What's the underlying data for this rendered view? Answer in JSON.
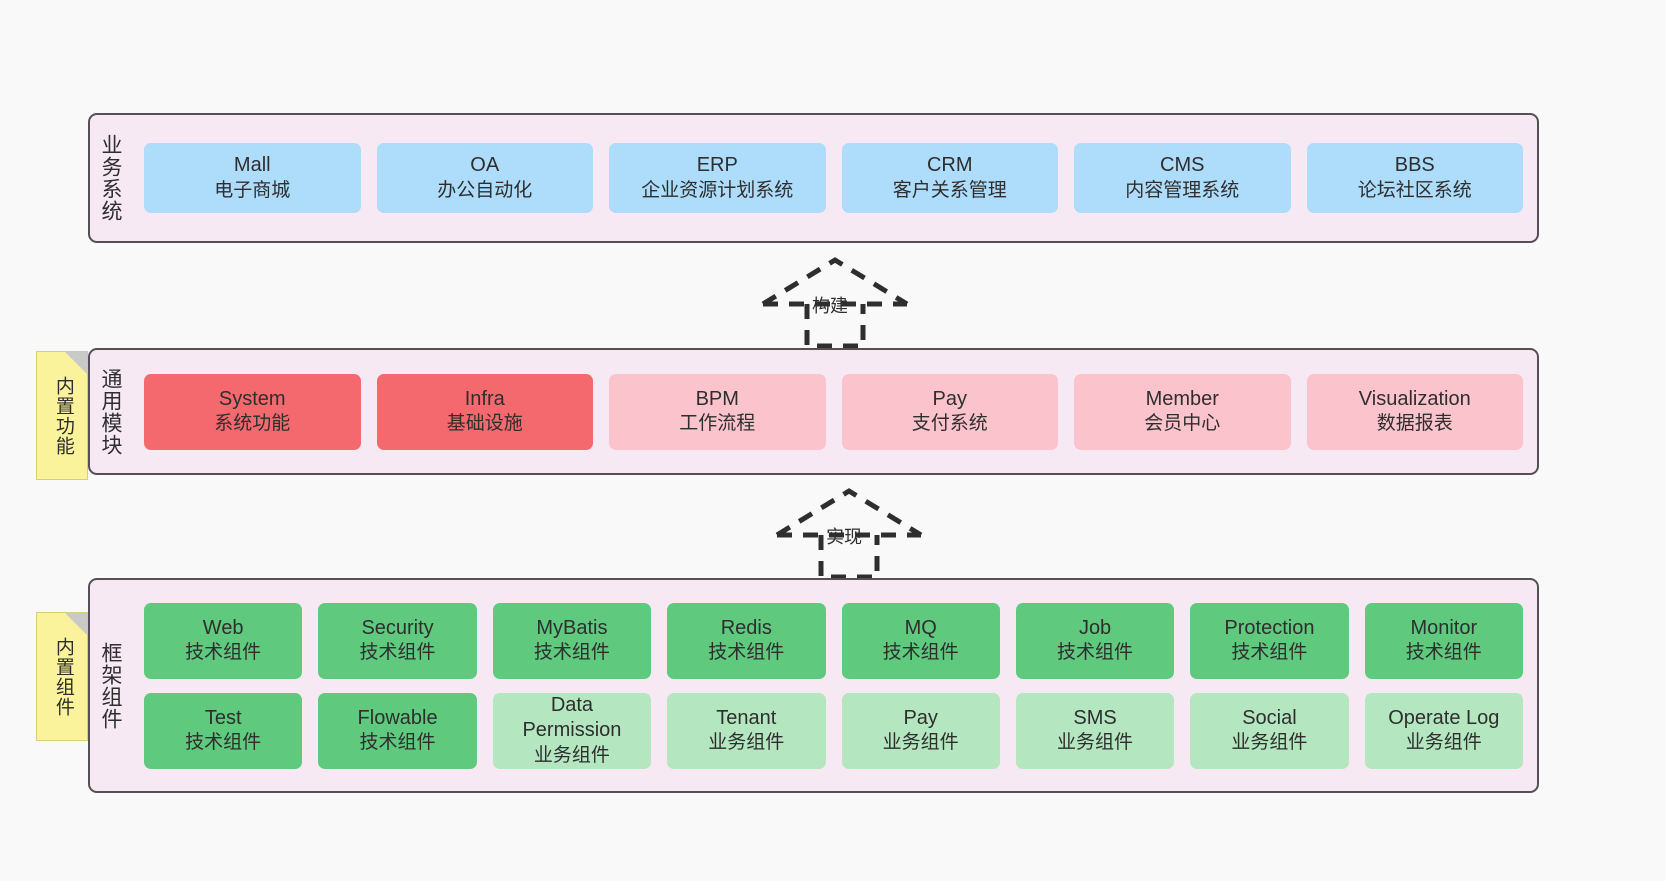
{
  "diagram": {
    "background": "#f9f9f9",
    "panel_bg": "#f7e9f4",
    "panel_border": "#555055",
    "note_bg": "#faf39c",
    "colors": {
      "blue": "#aedcfb",
      "red": "#f4696e",
      "pink": "#fbc4cc",
      "green": "#5fc97e",
      "light_green": "#b4e6c0"
    }
  },
  "notes": [
    {
      "name": "built-in-functions",
      "text": "内置功能"
    },
    {
      "name": "built-in-components",
      "text": "内置组件"
    }
  ],
  "connectors": [
    {
      "name": "build",
      "label": "构建"
    },
    {
      "name": "implement",
      "label": "实现"
    }
  ],
  "layers": [
    {
      "id": "business",
      "title": "业务系统",
      "rows": [
        {
          "cells": [
            {
              "t1": "Mall",
              "t2": "电子商城",
              "color": "blue"
            },
            {
              "t1": "OA",
              "t2": "办公自动化",
              "color": "blue"
            },
            {
              "t1": "ERP",
              "t2": "企业资源计划系统",
              "color": "blue"
            },
            {
              "t1": "CRM",
              "t2": "客户关系管理",
              "color": "blue"
            },
            {
              "t1": "CMS",
              "t2": "内容管理系统",
              "color": "blue"
            },
            {
              "t1": "BBS",
              "t2": "论坛社区系统",
              "color": "blue"
            }
          ]
        }
      ]
    },
    {
      "id": "common",
      "title": "通用模块",
      "rows": [
        {
          "cells": [
            {
              "t1": "System",
              "t2": "系统功能",
              "color": "red"
            },
            {
              "t1": "Infra",
              "t2": "基础设施",
              "color": "red"
            },
            {
              "t1": "BPM",
              "t2": "工作流程",
              "color": "pink"
            },
            {
              "t1": "Pay",
              "t2": "支付系统",
              "color": "pink"
            },
            {
              "t1": "Member",
              "t2": "会员中心",
              "color": "pink"
            },
            {
              "t1": "Visualization",
              "t2": "数据报表",
              "color": "pink"
            }
          ]
        }
      ]
    },
    {
      "id": "framework",
      "title": "框架组件",
      "rows": [
        {
          "cells": [
            {
              "t1": "Web",
              "t2": "技术组件",
              "color": "green"
            },
            {
              "t1": "Security",
              "t2": "技术组件",
              "color": "green"
            },
            {
              "t1": "MyBatis",
              "t2": "技术组件",
              "color": "green"
            },
            {
              "t1": "Redis",
              "t2": "技术组件",
              "color": "green"
            },
            {
              "t1": "MQ",
              "t2": "技术组件",
              "color": "green"
            },
            {
              "t1": "Job",
              "t2": "技术组件",
              "color": "green"
            },
            {
              "t1": "Protection",
              "t2": "技术组件",
              "color": "green"
            },
            {
              "t1": "Monitor",
              "t2": "技术组件",
              "color": "green"
            }
          ]
        },
        {
          "cells": [
            {
              "t1": "Test",
              "t2": "技术组件",
              "color": "green"
            },
            {
              "t1": "Flowable",
              "t2": "技术组件",
              "color": "green"
            },
            {
              "t1": "Data Permission",
              "t2": "业务组件",
              "color": "lightgreen"
            },
            {
              "t1": "Tenant",
              "t2": "业务组件",
              "color": "lightgreen"
            },
            {
              "t1": "Pay",
              "t2": "业务组件",
              "color": "lightgreen"
            },
            {
              "t1": "SMS",
              "t2": "业务组件",
              "color": "lightgreen"
            },
            {
              "t1": "Social",
              "t2": "业务组件",
              "color": "lightgreen"
            },
            {
              "t1": "Operate Log",
              "t2": "业务组件",
              "color": "lightgreen"
            }
          ]
        }
      ]
    }
  ]
}
